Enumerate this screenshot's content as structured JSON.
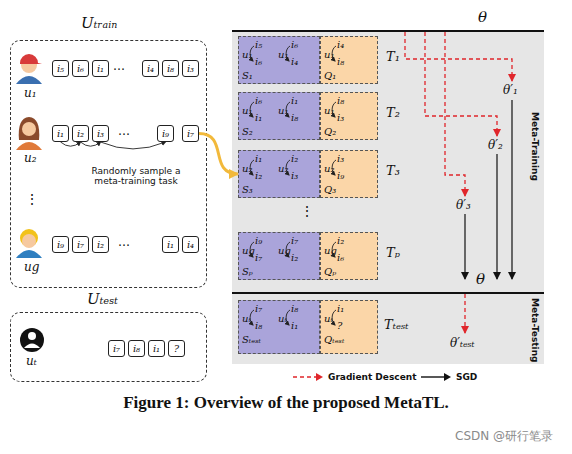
{
  "diagram": {
    "caption": "Figure 1: Overview of the proposed MetaTL.",
    "nodes": [
      {
        "text": [
          "Uₜᵣₐᵢₙ"
        ]
      },
      {
        "text": [
          "i₅"
        ],
        "in": 0
      },
      {
        "text": [
          "i₆"
        ],
        "in": 0
      },
      {
        "text": [
          "i₁"
        ],
        "in": 0
      },
      {
        "text": [
          "i₄"
        ],
        "in": 0
      },
      {
        "text": [
          "i₈"
        ],
        "in": 0
      },
      {
        "text": [
          "i₃"
        ],
        "in": 0
      },
      {
        "text": [
          "i₁"
        ],
        "in": 0
      },
      {
        "text": [
          "i₂"
        ],
        "in": 0
      },
      {
        "text": [
          "i₃"
        ],
        "in": 0
      },
      {
        "text": [
          "i₉"
        ],
        "in": 0
      },
      {
        "text": [
          "i₇"
        ],
        "in": 0
      },
      {
        "text": [
          "i₉"
        ],
        "in": 0
      },
      {
        "text": [
          "i₇"
        ],
        "in": 0
      },
      {
        "text": [
          "i₂"
        ],
        "in": 0
      },
      {
        "text": [
          "i₁"
        ],
        "in": 0
      },
      {
        "text": [
          "i₄"
        ],
        "in": 0
      },
      {
        "text": [
          "Uₜₑₛₜ"
        ]
      },
      {
        "text": [
          "i₇"
        ],
        "in": 17
      },
      {
        "text": [
          "i₈"
        ],
        "in": 17
      },
      {
        "text": [
          "i₁"
        ],
        "in": 17
      },
      {
        "text": [
          "?"
        ],
        "in": 17
      },
      {
        "text": [
          "Meta-Training"
        ]
      },
      {
        "text": [
          "u₁",
          "i₅",
          "i₆",
          "u₁",
          "i₆",
          "i₄",
          "S₁"
        ],
        "in": 22
      },
      {
        "text": [
          "u₁",
          "i₄",
          "i₈",
          "Q₁"
        ],
        "in": 22
      },
      {
        "text": [
          "u₁",
          "i₆",
          "i₁",
          "u₁",
          "i₁",
          "i₈",
          "S₂"
        ],
        "in": 22
      },
      {
        "text": [
          "u₁",
          "i₈",
          "i₃",
          "Q₂"
        ],
        "in": 22
      },
      {
        "text": [
          "u₂",
          "i₁",
          "i₂",
          "u₂",
          "i₂",
          "i₃",
          "S₃"
        ],
        "in": 22
      },
      {
        "text": [
          "u₂",
          "i₃",
          "i₉",
          "Q₃"
        ],
        "in": 22
      },
      {
        "text": [
          "ug",
          "i₉",
          "i₇",
          "ug",
          "i₇",
          "i₂",
          "Sₚ"
        ],
        "in": 22
      },
      {
        "text": [
          "ug",
          "i₂",
          "i₆",
          "Qₚ"
        ],
        "in": 22
      },
      {
        "text": [
          "Meta-Testing"
        ]
      },
      {
        "text": [
          "uₜ",
          "i₇",
          "i₈",
          "uₜ",
          "i₈",
          "i₁",
          "Sₜₑₛₜ"
        ],
        "in": 31
      },
      {
        "text": [
          "uₜ",
          "i₁",
          "?",
          "Qₜₑₛₜ"
        ],
        "in": 31
      }
    ],
    "edges": [
      {
        "from": 7,
        "to": 8,
        "arrow": "to"
      },
      {
        "from": 8,
        "to": 9,
        "arrow": "to"
      },
      {
        "from": 9,
        "to": 10,
        "arrow": "to"
      },
      {
        "from": 11,
        "to": 27,
        "arrow": "to"
      }
    ],
    "labels": [
      "u₁",
      "…",
      "u₂",
      "…",
      "Randomly sample a meta-training task",
      "⋮",
      "ug",
      "…",
      "uₜ",
      "θ",
      "T₁",
      "θ′₁",
      "T₂",
      "θ′₂",
      "T₃",
      "θ′₃",
      "⋮",
      "Tₚ",
      "θ",
      "Tₜₑₛₜ",
      "θ′ₜₑₛₜ",
      "CSDN @研行笔录"
    ],
    "legend": [
      {
        "text": "Gradient Descent"
      },
      {
        "text": "SGD"
      }
    ]
  }
}
